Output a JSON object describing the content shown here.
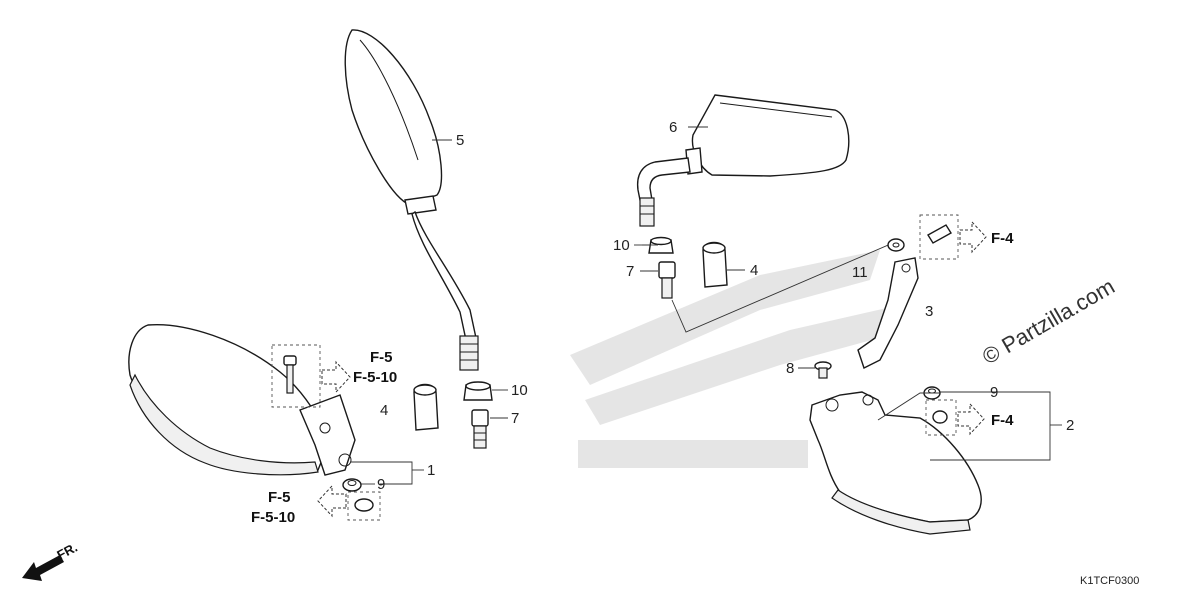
{
  "callouts": {
    "c1": "1",
    "c2": "2",
    "c3": "3",
    "c4a": "4",
    "c4b": "4",
    "c5": "5",
    "c6": "6",
    "c7a": "7",
    "c7b": "7",
    "c8": "8",
    "c9a": "9",
    "c9b": "9",
    "c10a": "10",
    "c10b": "10",
    "c11": "11"
  },
  "references": {
    "left_top_1": "F-5",
    "left_top_2": "F-5-10",
    "left_bottom_1": "F-5",
    "left_bottom_2": "F-5-10",
    "right_top": "F-4",
    "right_bottom": "F-4"
  },
  "watermark": "© Partzilla.com",
  "diagram_code": "K1TCF0300",
  "front_indicator": "FR.",
  "colors": {
    "line": "#1a1a1a",
    "background": "#ffffff",
    "honda_logo": "#d0d0d0"
  }
}
